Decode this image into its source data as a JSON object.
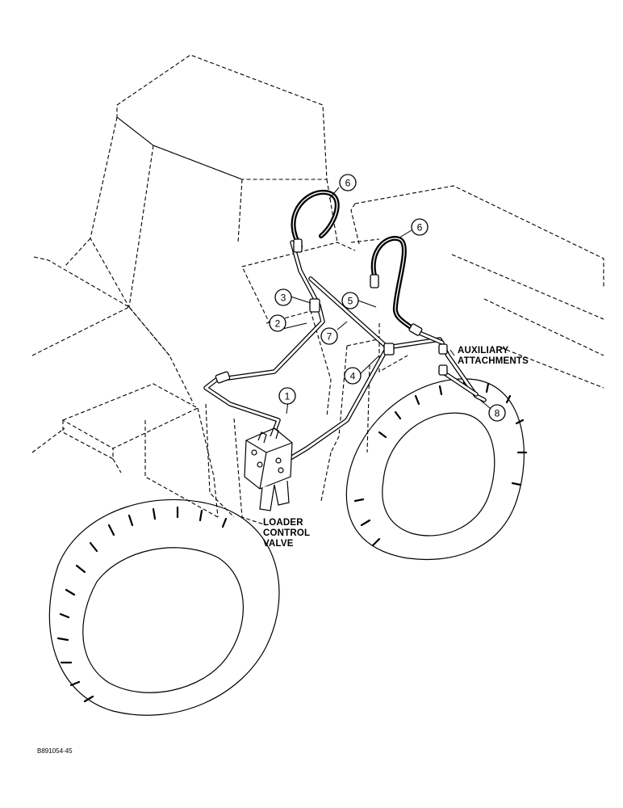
{
  "callouts": [
    "1",
    "2",
    "3",
    "4",
    "5",
    "6",
    "6",
    "7",
    "8"
  ],
  "labels": {
    "aux_line1": "AUXILIARY",
    "aux_line2": "ATTACHMENTS",
    "valve_line1": "LOADER",
    "valve_line2": "CONTROL",
    "valve_line3": "VALVE"
  },
  "figure_ref": "B891054-45"
}
